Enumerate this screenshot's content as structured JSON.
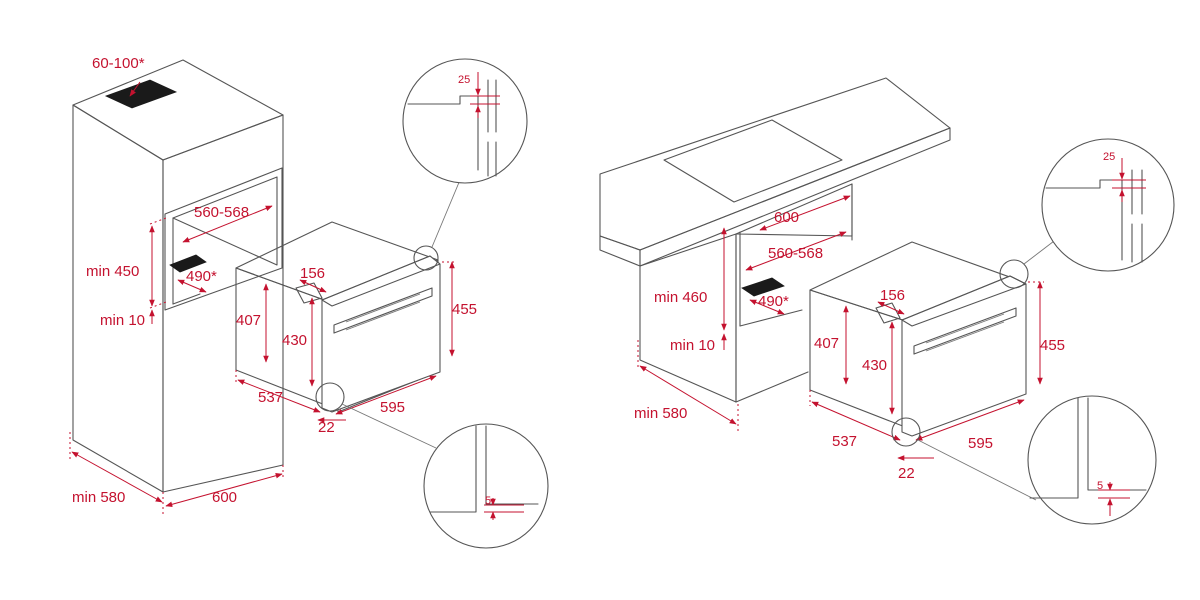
{
  "colors": {
    "dimension": "#c4122f",
    "outline": "#555555",
    "vent": "#1a1a1a"
  },
  "left_install": {
    "vent_top": "60-100*",
    "niche_width": "560-568",
    "niche_height": "min 450",
    "niche_gap": "min 10",
    "vent_opening": "490*",
    "cabinet_depth": "min 580",
    "cabinet_width": "600",
    "oven_height_body": "407",
    "oven_height_inner": "430",
    "oven_front_depth": "156",
    "oven_height_front": "455",
    "oven_depth": "537",
    "oven_width": "595",
    "oven_front_offset": "22",
    "detail_top_gap": "25",
    "detail_bottom_gap": "5"
  },
  "right_install": {
    "counter_width": "600",
    "niche_width": "560-568",
    "niche_height": "min 460",
    "niche_gap": "min 10",
    "vent_opening": "490*",
    "cabinet_depth": "min 580",
    "oven_height_body": "407",
    "oven_height_inner": "430",
    "oven_front_depth": "156",
    "oven_height_front": "455",
    "oven_depth": "537",
    "oven_width": "595",
    "oven_front_offset": "22",
    "detail_top_gap": "25",
    "detail_bottom_gap": "5"
  }
}
